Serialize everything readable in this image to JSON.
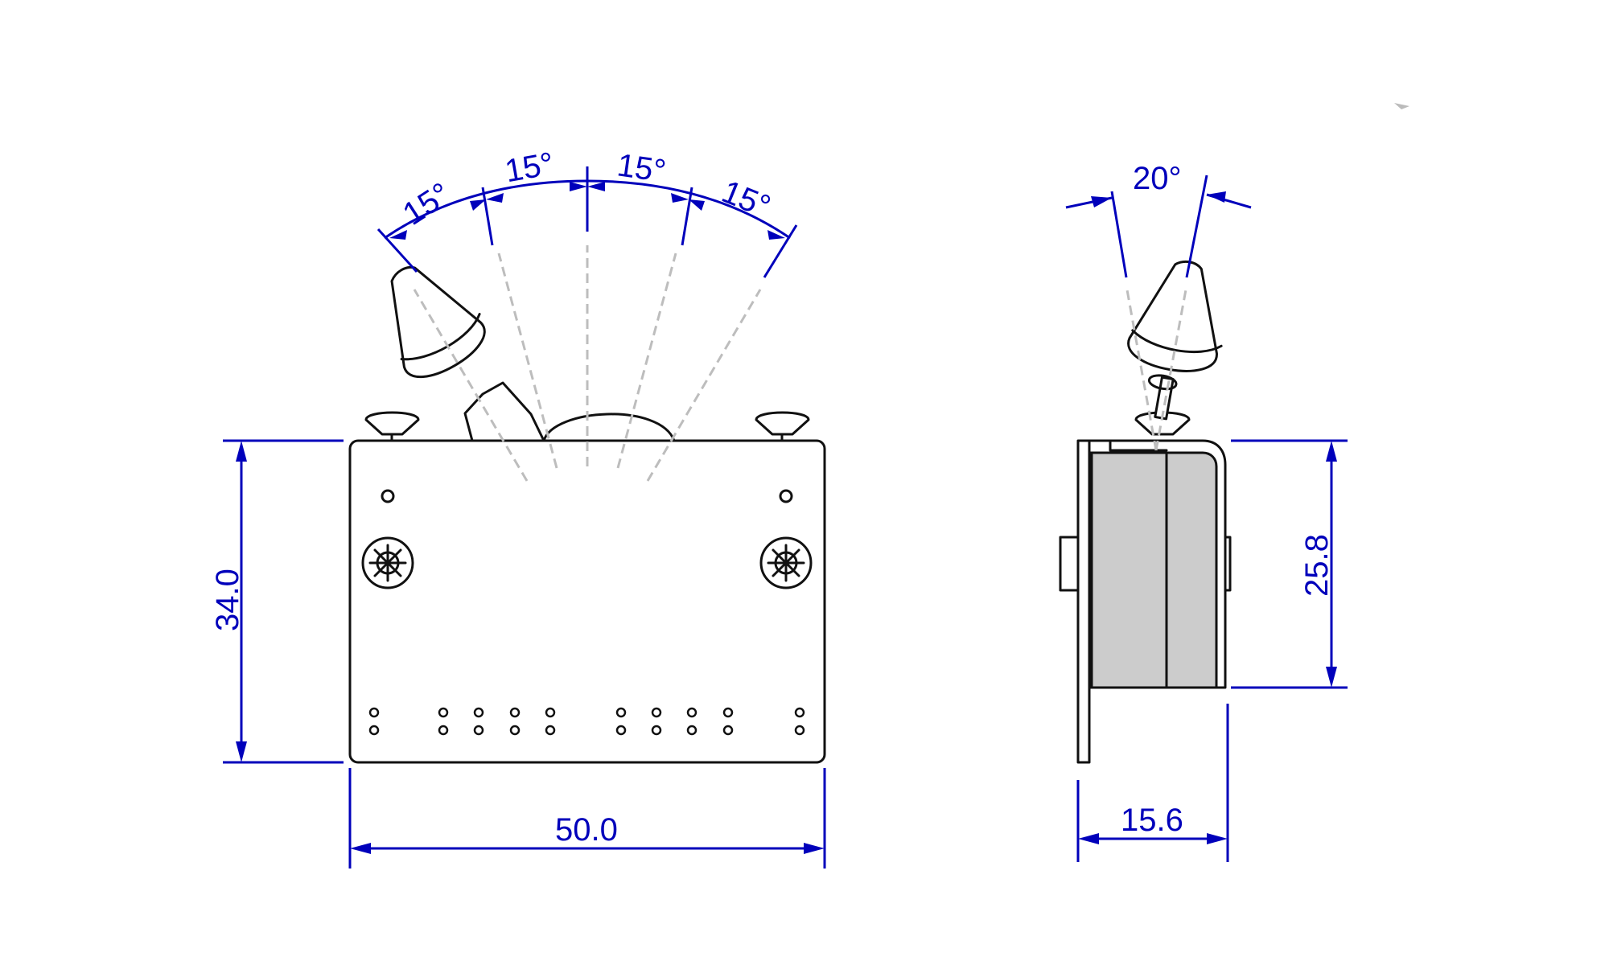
{
  "dimensions": {
    "width_front": "50.0",
    "height_front": "34.0",
    "depth_side": "15.6",
    "height_side": "25.8"
  },
  "angles": {
    "front": [
      "15°",
      "15°",
      "15°",
      "15°"
    ],
    "side": "20°"
  },
  "colors": {
    "dimension": "#0000bb",
    "outline": "#111111",
    "body_fill": "#cccccc",
    "centerline": "#bdbdbd"
  }
}
